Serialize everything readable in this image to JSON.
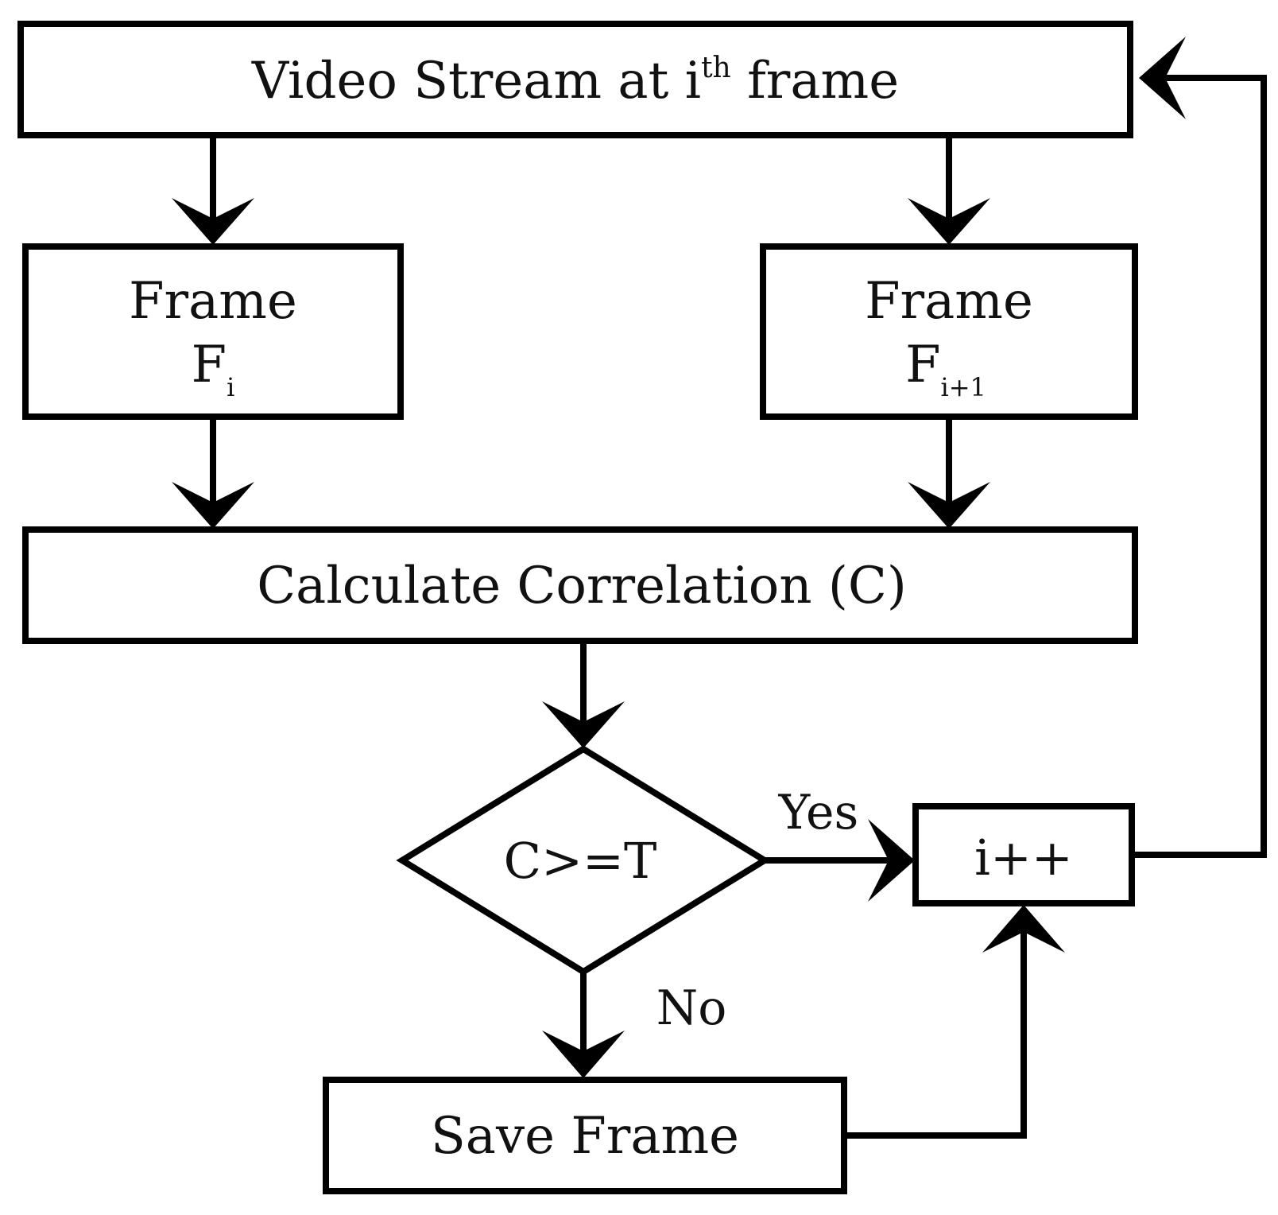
{
  "diagram": {
    "nodes": {
      "video_stream": {
        "main": "Video Stream at i",
        "sup": "th",
        "tail": " frame"
      },
      "frame_i": {
        "line1": "Frame",
        "base": "F",
        "sub": "i"
      },
      "frame_i1": {
        "line1": "Frame",
        "base": "F",
        "sub": "i+1"
      },
      "calc_corr": {
        "label": "Calculate Correlation (C)"
      },
      "decision": {
        "label": "C>=T"
      },
      "increment": {
        "label": "i++"
      },
      "save_frame": {
        "label": "Save Frame"
      }
    },
    "edge_labels": {
      "yes": "Yes",
      "no": "No"
    }
  }
}
